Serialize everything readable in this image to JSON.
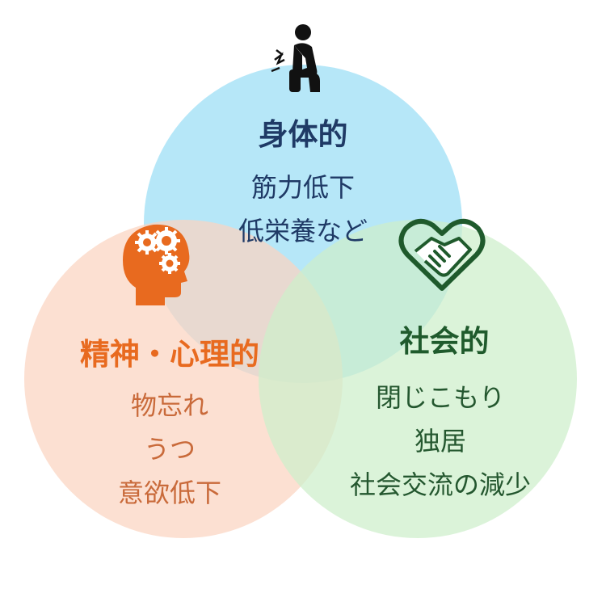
{
  "colors": {
    "physical_circle": "#a9e3f7",
    "mental_circle": "#fbd4c0",
    "social_circle": "#cdeecb",
    "physical_title": "#1f3a66",
    "physical_text": "#1f3a66",
    "mental_title": "#e86a1f",
    "mental_text": "#c96a3a",
    "social_title": "#1f5a2c",
    "social_text": "#24572f"
  },
  "physical": {
    "icon": "kneeling-person-pain-icon",
    "title": "身体的",
    "items": [
      "筋力低下",
      "低栄養など"
    ]
  },
  "mental": {
    "icon": "head-gears-icon",
    "title": "精神・心理的",
    "items": [
      "物忘れ",
      "うつ",
      "意欲低下"
    ]
  },
  "social": {
    "icon": "heart-handshake-icon",
    "title": "社会的",
    "items": [
      "閉じこもり",
      "独居",
      "社会交流の減少"
    ]
  }
}
